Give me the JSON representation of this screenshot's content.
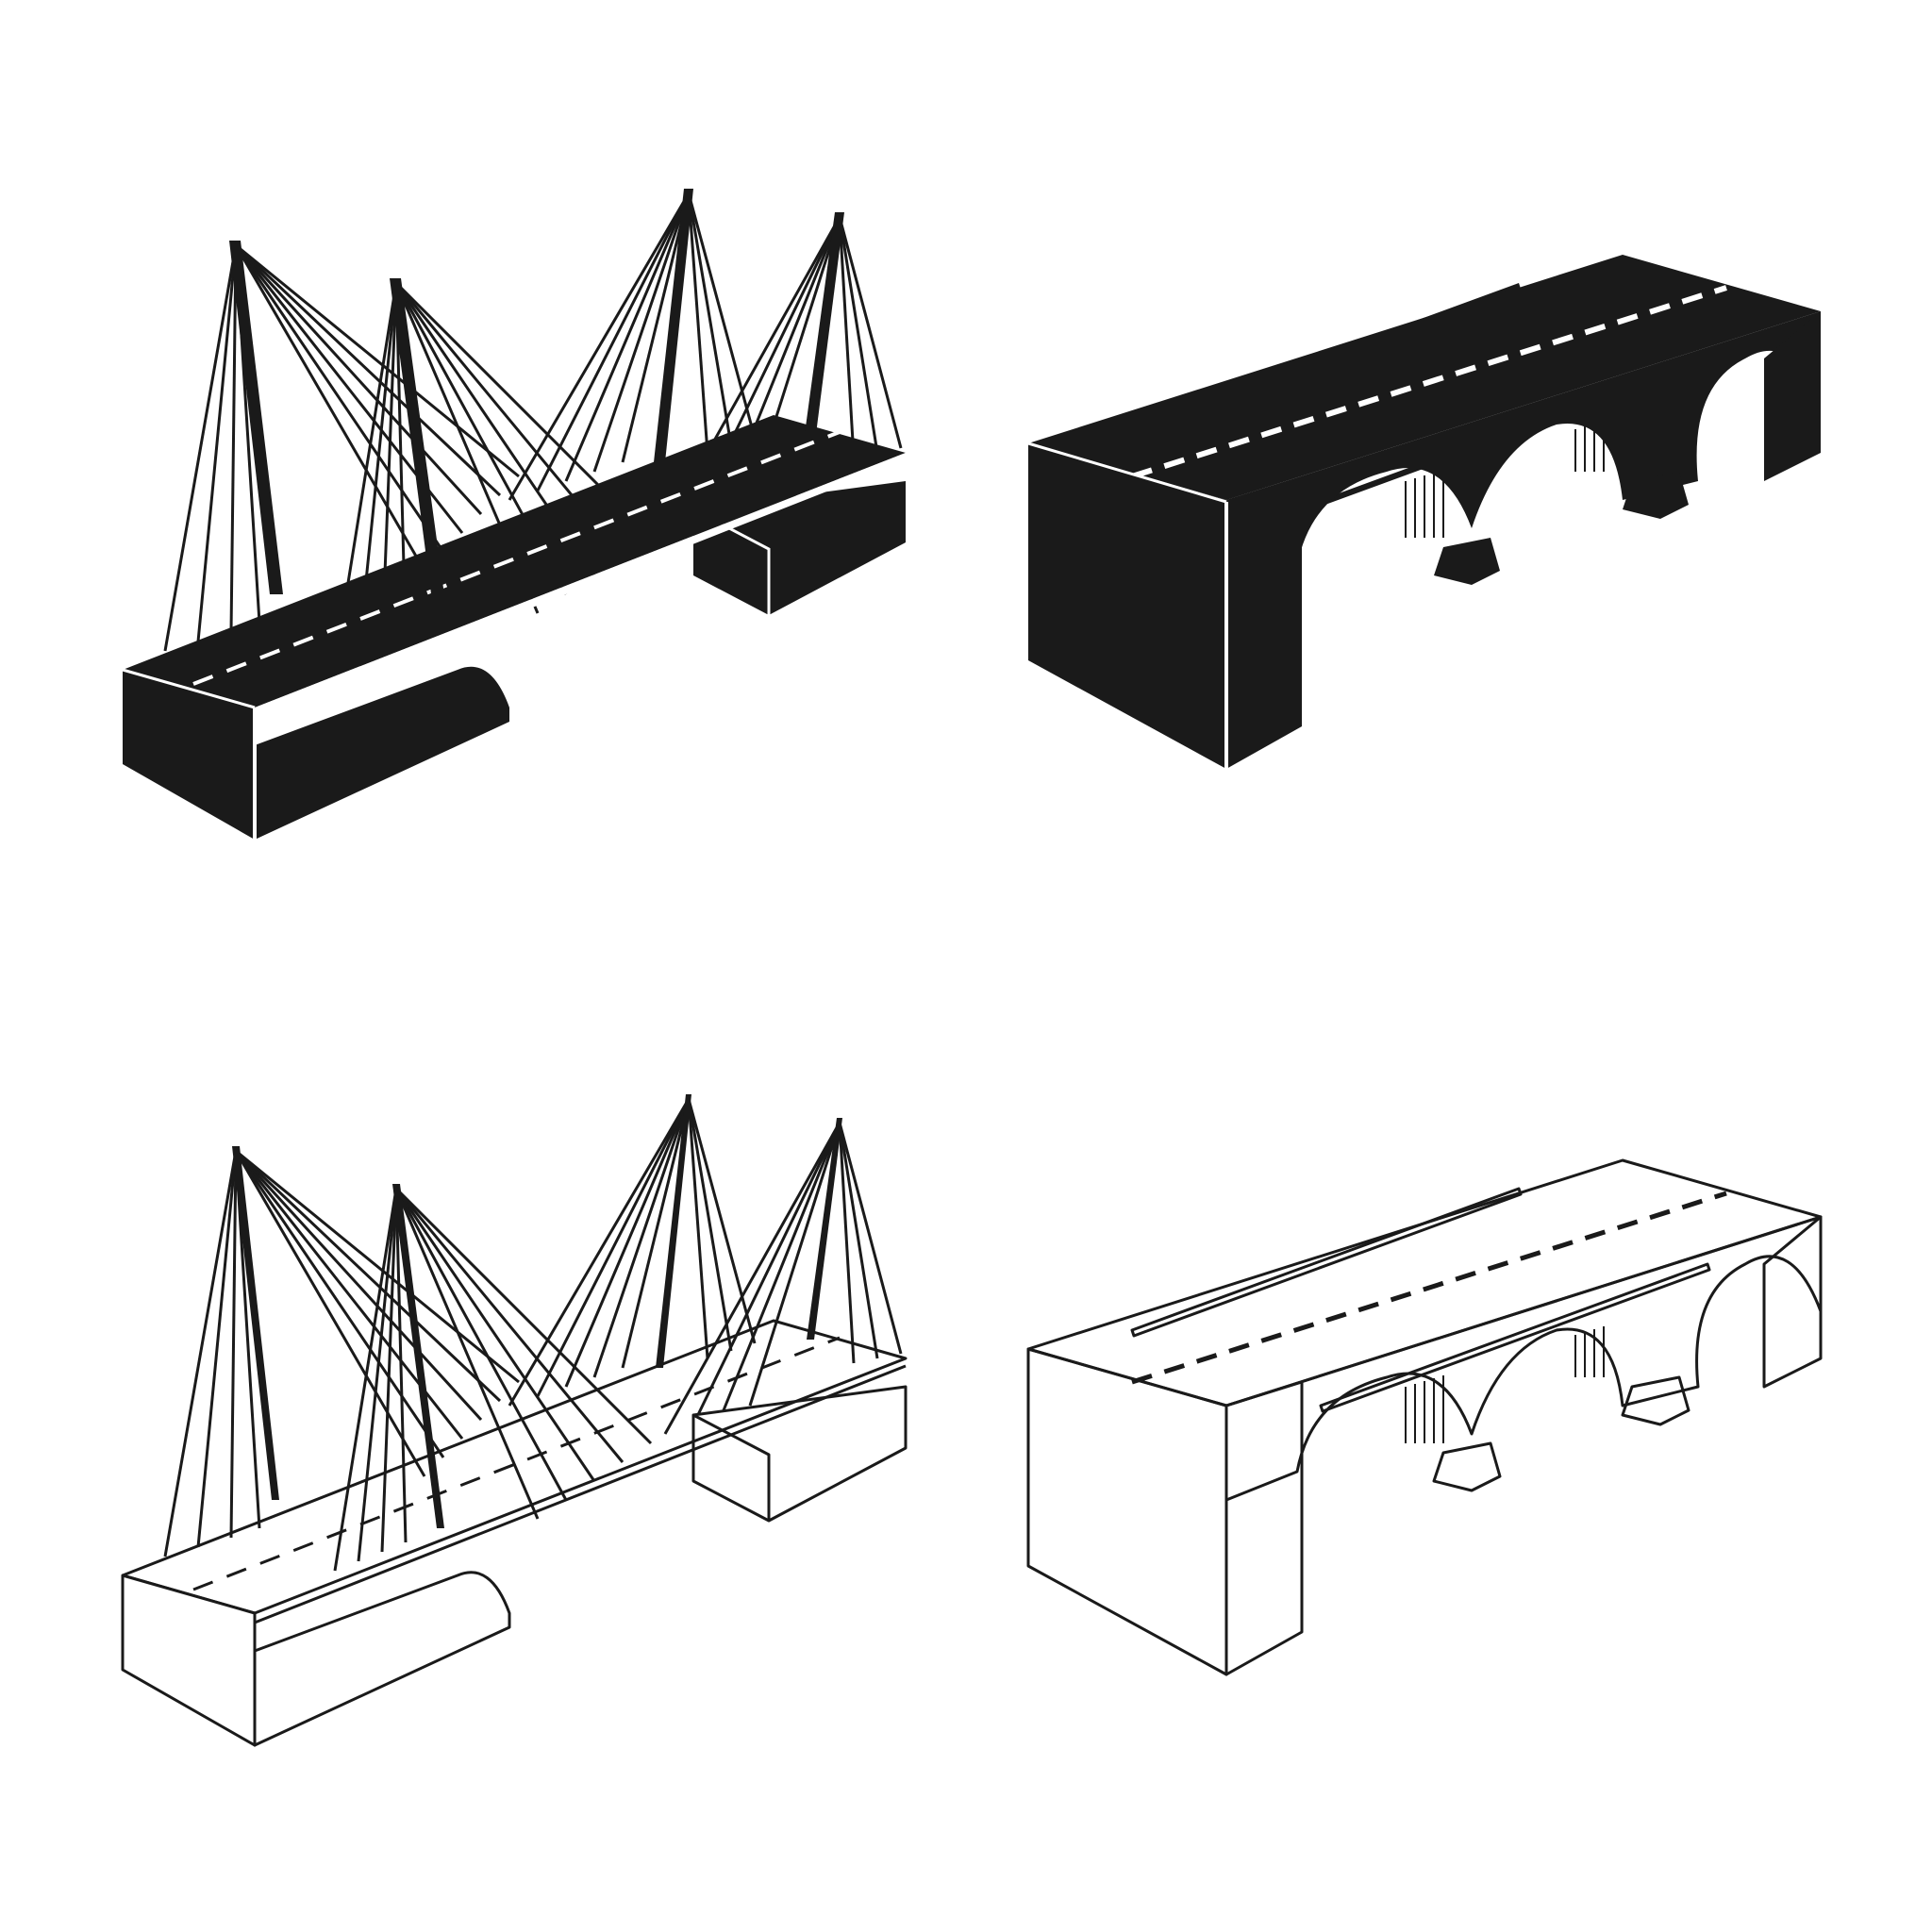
{
  "icons": [
    {
      "name": "cable-stayed-bridge-icon",
      "style": "solid"
    },
    {
      "name": "arch-bridge-icon",
      "style": "solid"
    },
    {
      "name": "cable-stayed-bridge-icon",
      "style": "outline"
    },
    {
      "name": "arch-bridge-icon",
      "style": "outline"
    }
  ],
  "colors": {
    "ink": "#1a1a1a",
    "background": "#ffffff"
  }
}
